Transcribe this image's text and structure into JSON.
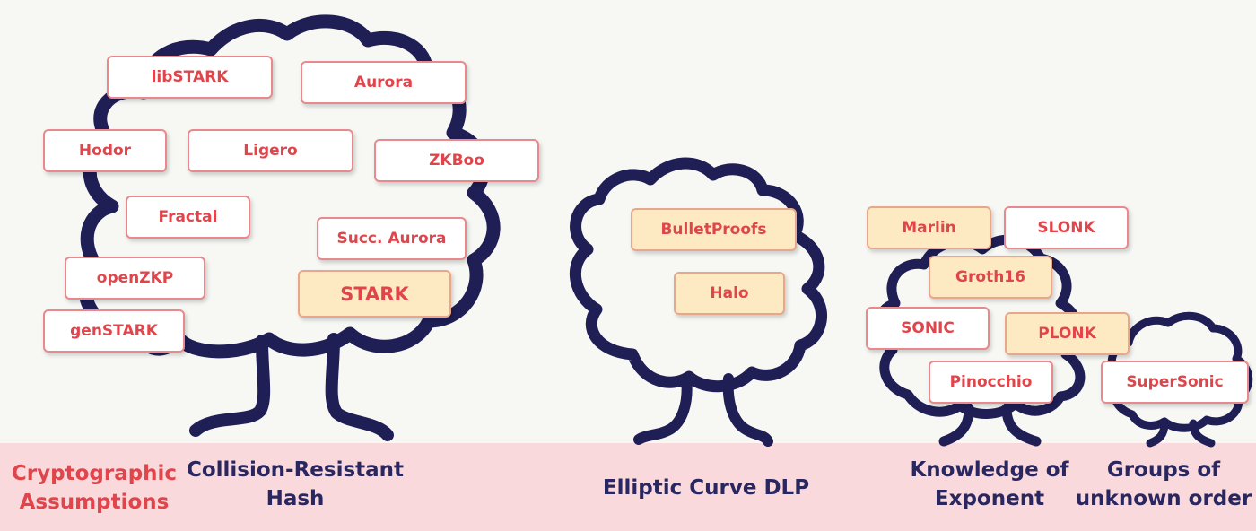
{
  "colors": {
    "tree_stroke": "#1f1e55",
    "label_text": "#e0454b",
    "label_border": "#e8898d",
    "highlight_fill": "#fdeac3",
    "ground": "#f9d9dc",
    "caption": "#2a2760"
  },
  "assumptions_title": {
    "line1": "Cryptographic",
    "line2": "Assumptions"
  },
  "captions": {
    "collision": {
      "line1": "Collision-Resistant",
      "line2": "Hash"
    },
    "ecdlp": {
      "line1": "Elliptic Curve DLP"
    },
    "koe": {
      "line1": "Knowledge of",
      "line2": "Exponent"
    },
    "guo": {
      "line1": "Groups of",
      "line2": "unknown order"
    }
  },
  "labels": {
    "libstark": "libSTARK",
    "aurora": "Aurora",
    "hodor": "Hodor",
    "ligero": "Ligero",
    "zkboo": "ZKBoo",
    "fractal": "Fractal",
    "succ_aurora": "Succ. Aurora",
    "openzkp": "openZKP",
    "stark": "STARK",
    "genstark": "genSTARK",
    "bulletproofs": "BulletProofs",
    "halo": "Halo",
    "marlin": "Marlin",
    "slonk": "SLONK",
    "groth16": "Groth16",
    "sonic": "SONIC",
    "plonk": "PLONK",
    "pinocchio": "Pinocchio",
    "supersonic": "SuperSonic"
  }
}
